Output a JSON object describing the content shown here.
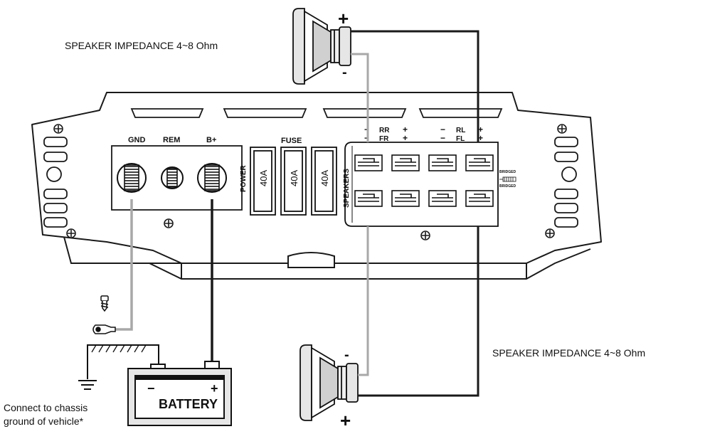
{
  "impedance_note_top": "SPEAKER IMPEDANCE 4~8 Ohm",
  "impedance_note_bottom": "SPEAKER IMPEDANCE 4~8 Ohm",
  "ground_note": {
    "line1": "Connect to chassis",
    "line2": "ground of vehicle*"
  },
  "power_terminals": {
    "gnd": "GND",
    "rem": "REM",
    "bplus": "B+",
    "section": "POWER"
  },
  "fuse": {
    "title": "FUSE",
    "ratings": [
      "40A",
      "40A",
      "40A"
    ]
  },
  "speakers": {
    "section": "SPEAKERS",
    "ch1_top": "RR",
    "ch1_bottom": "FR",
    "ch2_top": "RL",
    "ch2_bottom": "FL",
    "minus": "−",
    "plus": "+",
    "bridged_top": "BRIDGED",
    "bridged_bottom": "BRIDGED"
  },
  "battery": {
    "label": "BATTERY",
    "minus": "−",
    "plus": "+"
  },
  "speaker_top": {
    "plus": "+",
    "minus": "-"
  },
  "speaker_bottom": {
    "plus": "+",
    "minus": "-"
  },
  "colors": {
    "outline": "#1a1a1a",
    "gray_wire": "#a8a8a8",
    "black_wire": "#1a1a1a",
    "panel_fill": "#ffffff",
    "speaker_fill": "#e6e6e6"
  }
}
